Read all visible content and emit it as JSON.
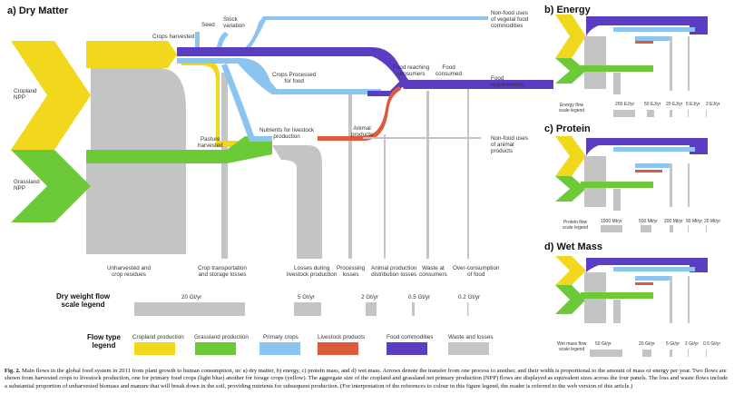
{
  "colors": {
    "cropland": "#f2d81c",
    "grassland": "#6cc938",
    "primary_crops": "#8cc4f0",
    "livestock": "#dd5a3e",
    "food": "#5b3dc1",
    "waste": "#c4c4c4"
  },
  "main": {
    "panel_label": "a) Dry Matter",
    "nodes": {
      "seed": "Seed",
      "stock_variation": "Stock\nvariation",
      "crops_harvested": "Crops harvested",
      "cropland_npp": "Cropland\nNPP",
      "grassland_npp": "Grassland\nNPP",
      "crops_processed": "Crops Processed\nfor food",
      "pasture_harvested": "Pasture\nharvested",
      "nutrients_livestock": "Nutrients for livestock\nproduction",
      "animal_products": "Animal\nproducts",
      "food_reaching": "Food reaching\nconsumers",
      "food_consumed": "Food\nconsumed",
      "food_requirements": "Food\nrequirements",
      "nonfood_vegetal": "Non-food uses\nof vegetal food\ncommodities",
      "nonfood_animal": "Non-food uses\nof animal\nproducts"
    },
    "losses": {
      "unharvested": "Unharvested and\ncrop residues",
      "transport": "Crop transportation\nand storage losses",
      "livestock_losses": "Losses during\nlivestock production",
      "processing": "Processing\nlosses",
      "animal_dist": "Animal production\ndistribution losses",
      "waste_consumers": "Waste at\nconsumers",
      "overconsumption": "Over-consumption\nof food"
    }
  },
  "scale_legend": {
    "title": "Dry weight flow\nscale legend",
    "items": [
      "20 Gt/yr",
      "5 Gt/yr",
      "2 Gt/yr",
      "0.5 Gt/yr",
      "0.2 Gt/yr"
    ]
  },
  "type_legend": {
    "title": "Flow type\nlegend",
    "items": [
      "Cropland production",
      "Grassland production",
      "Primary crops",
      "Livestock products",
      "Food commodities",
      "Waste and losses"
    ]
  },
  "panels": [
    {
      "label": "b) Energy",
      "scale_title": "Energy flow\nscale legend",
      "items": [
        "200 EJ/yr",
        "50 EJ/yr",
        "20 EJ/yr",
        "5 EJ/yr",
        "2 EJ/yr"
      ]
    },
    {
      "label": "c) Protein",
      "scale_title": "Protein flow\nscale legend",
      "items": [
        "1000 Mt/yr",
        "500 Mt/yr",
        "200 Mt/yr",
        "50 Mt/yr",
        "20 Mt/yr"
      ]
    },
    {
      "label": "d) Wet Mass",
      "scale_title": "Wet mass flow\nscale legend",
      "items": [
        "50 Gt/yr",
        "20 Gt/yr",
        "5 Gt/yr",
        "2 Gt/yr",
        "0.5 Gt/yr"
      ]
    }
  ],
  "caption": {
    "fig": "Fig. 2.",
    "text": " Main flows in the global food system in 2011 from plant growth to human consumption, in: a) dry matter, b) energy, c) protein mass, and d) wet mass. Arrows denote the transfer from one process to another, and their width is proportional to the amount of mass or energy per year. Two flows are shown from harvested crops to livestock production, one for primary food crops (light blue) another for forage crops (yellow). The aggregate size of the cropland and grassland net primary production (NPP) flows are displayed as equivalent sizes across the four panels. The loss and waste flows include a substantial proportion of unharvested biomass and manure that will break down in the soil, providing nutrients for subsequent production. (For interpretation of the references to colour in this figure legend, the reader is referred to the web version of this article.)"
  }
}
